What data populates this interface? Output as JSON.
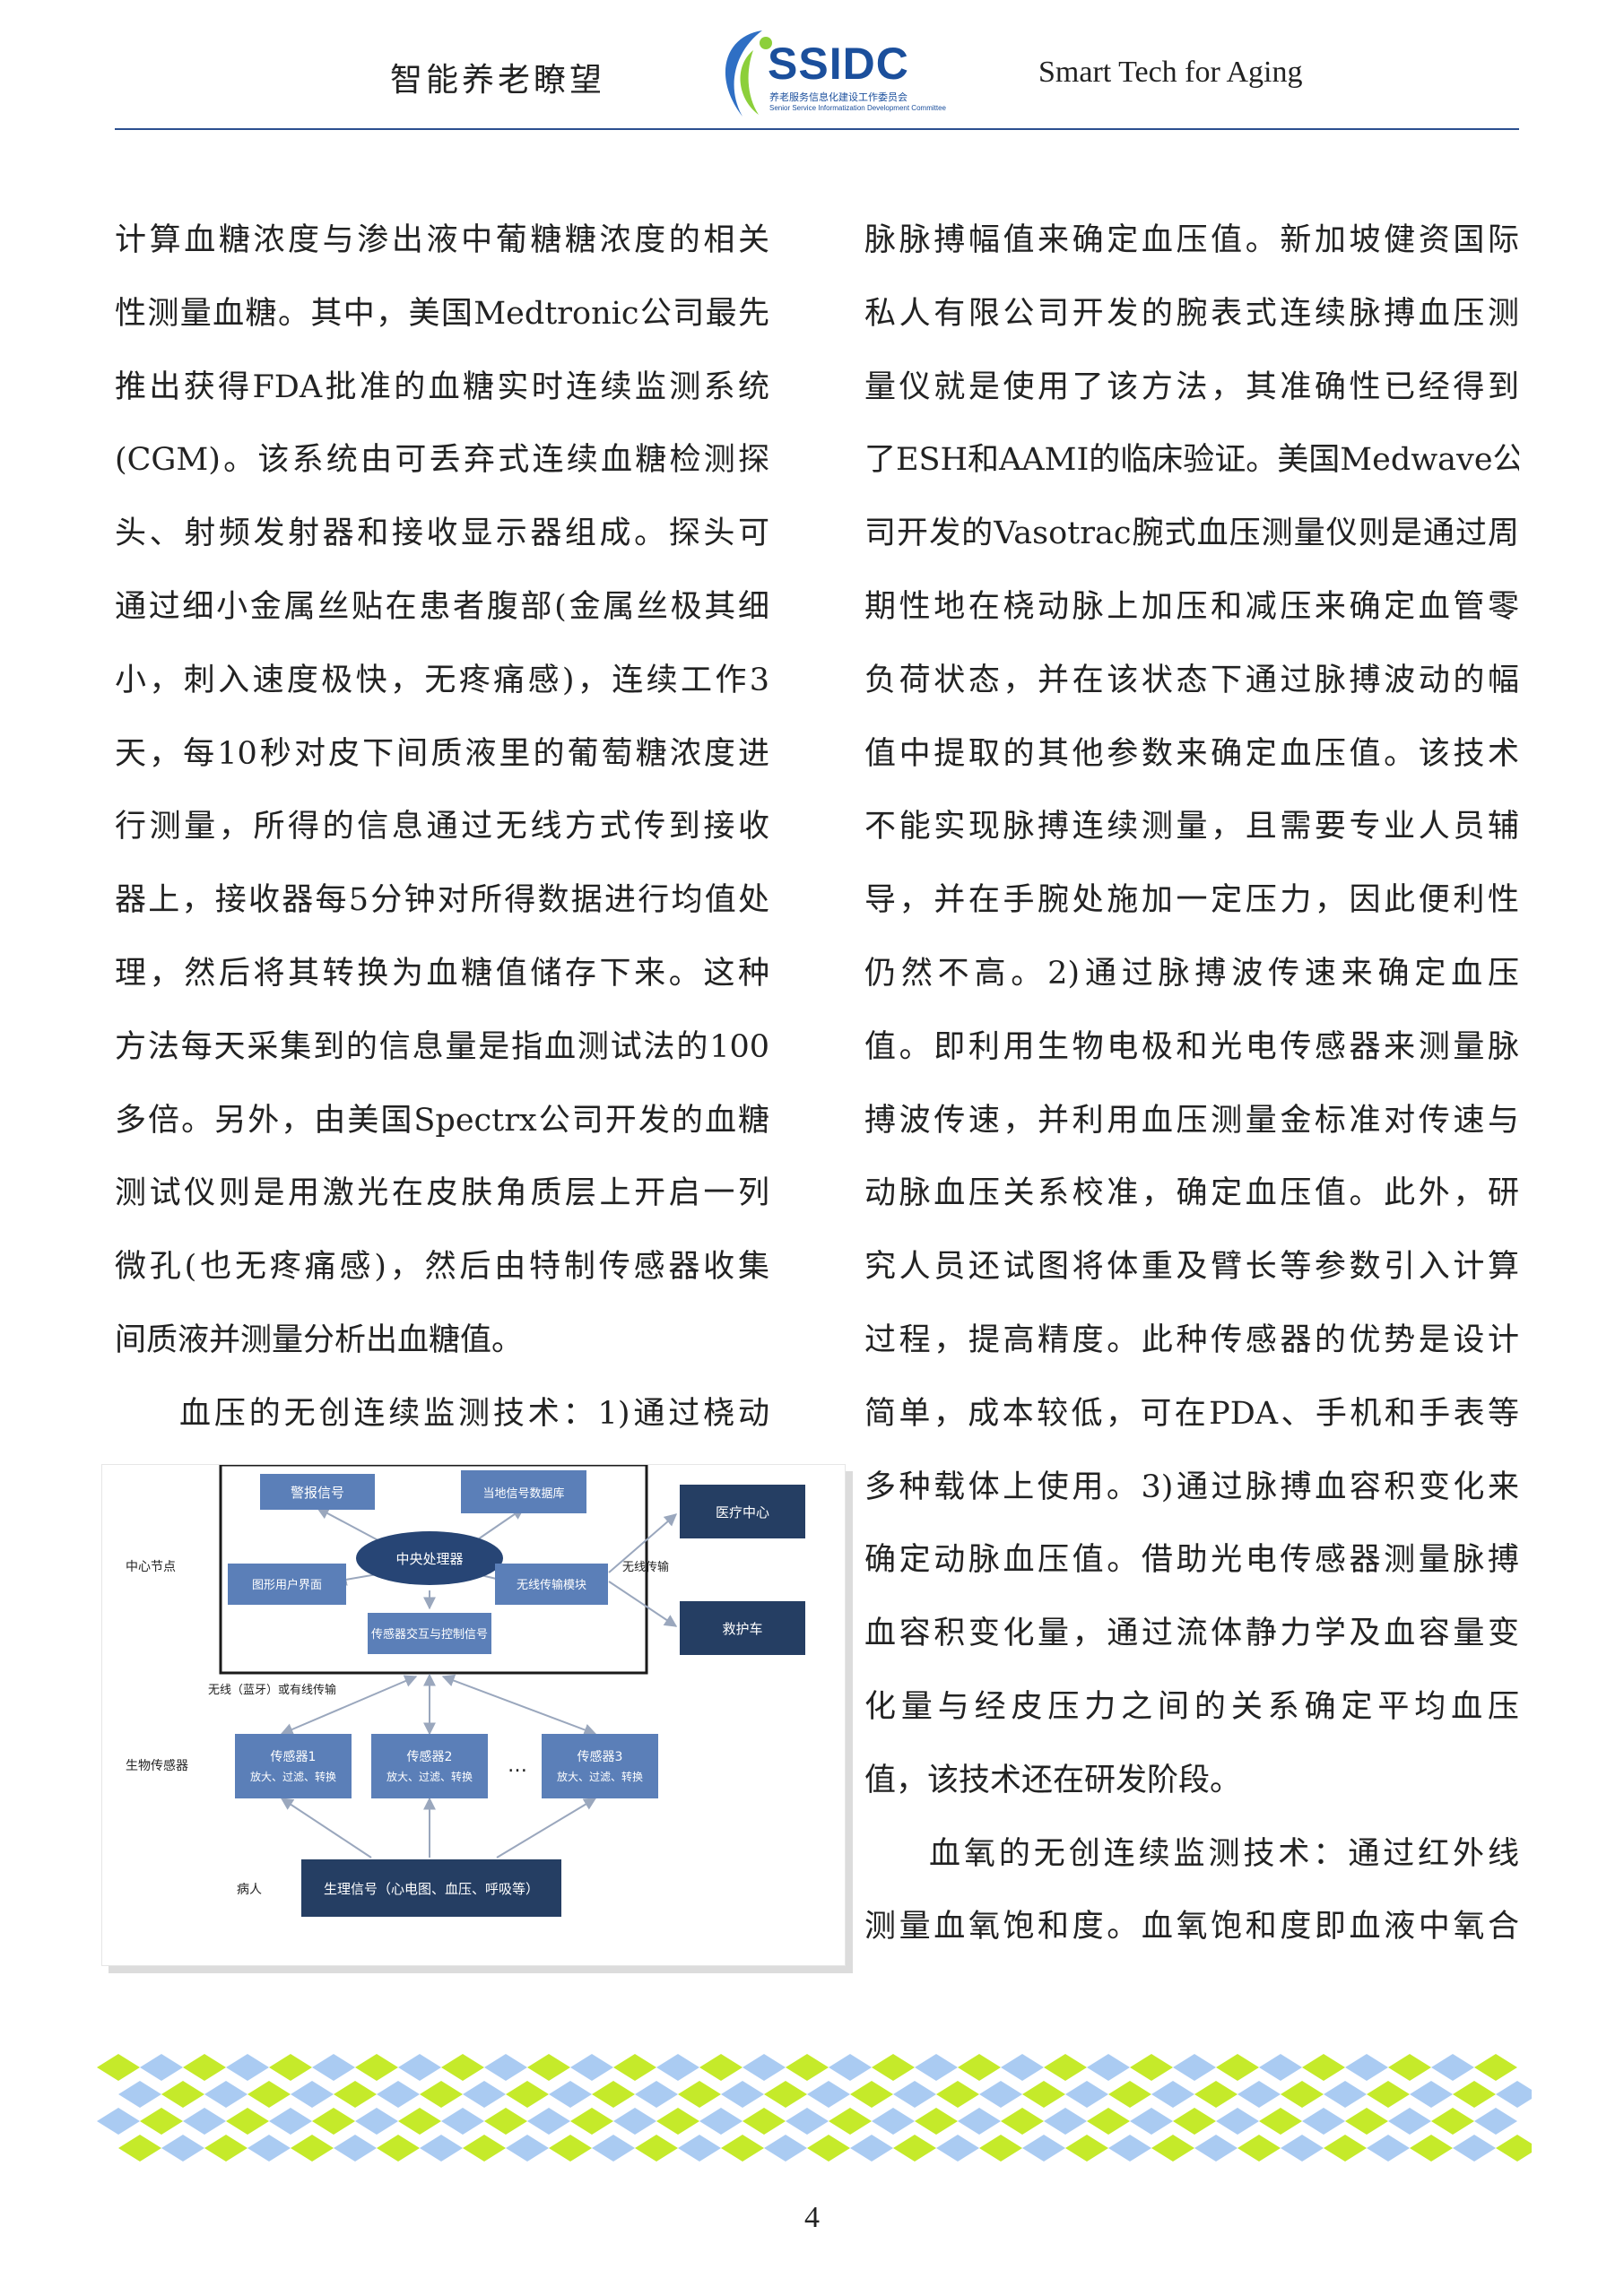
{
  "header": {
    "left_title": "智能养老瞭望",
    "right_title": "Smart Tech for Aging",
    "logo": {
      "name": "SSIDC",
      "sub_cn": "养老服务信息化建设工作委员会",
      "sub_en": "Senior Service Informatization Development Committee"
    }
  },
  "left_column": [
    "计算血糖浓度与渗出液中葡糖糖浓度的相关",
    "性测量血糖。其中，美国Medtronic公司最先",
    "推出获得FDA批准的血糖实时连续监测系统",
    "(CGM)。该系统由可丢弃式连续血糖检测探",
    "头、射频发射器和接收显示器组成。探头可",
    "通过细小金属丝贴在患者腹部(金属丝极其细",
    "小，刺入速度极快，无疼痛感)，连续工作3",
    "天，每10秒对皮下间质液里的葡萄糖浓度进",
    "行测量，所得的信息通过无线方式传到接收",
    "器上，接收器每5分钟对所得数据进行均值处",
    "理，然后将其转换为血糖值储存下来。这种",
    "方法每天采集到的信息量是指血测试法的100",
    "多倍。另外，由美国Spectrx公司开发的血糖",
    "测试仪则是用激光在皮肤角质层上开启一列",
    "微孔(也无疼痛感)，然后由特制传感器收集",
    "间质液并测量分析出血糖值。",
    "血压的无创连续监测技术：1)通过桡动"
  ],
  "right_column": [
    "脉脉搏幅值来确定血压值。新加坡健资国际",
    "私人有限公司开发的腕表式连续脉搏血压测",
    "量仪就是使用了该方法，其准确性已经得到",
    "了ESH和AAMI的临床验证。美国Medwave公",
    "司开发的Vasotrac腕式血压测量仪则是通过周",
    "期性地在桡动脉上加压和减压来确定血管零",
    "负荷状态，并在该状态下通过脉搏波动的幅",
    "值中提取的其他参数来确定血压值。该技术",
    "不能实现脉搏连续测量，且需要专业人员辅",
    "导，并在手腕处施加一定压力，因此便利性",
    "仍然不高。2)通过脉搏波传速来确定血压",
    "值。即利用生物电极和光电传感器来测量脉",
    "搏波传速，并利用血压测量金标准对传速与",
    "动脉血压关系校准，确定血压值。此外，研",
    "究人员还试图将体重及臂长等参数引入计算",
    "过程，提高精度。此种传感器的优势是设计",
    "简单，成本较低，可在PDA、手机和手表等",
    "多种载体上使用。3)通过脉搏血容积变化来",
    "确定动脉血压值。借助光电传感器测量脉搏",
    "血容积变化量，通过流体静力学及血容量变",
    "化量与经皮压力之间的关系确定平均血压",
    "值，该技术还在研发阶段。",
    "血氧的无创连续监测技术：通过红外线",
    "测量血氧饱和度。血氧饱和度即血液中氧合"
  ],
  "figure": {
    "row_labels": {
      "center": "中心节点",
      "bio": "生物传感器",
      "patient": "病人"
    },
    "alarm": "警报信号",
    "local_db": "当地信号数据库",
    "gui": "图形用户界面",
    "cpu": "中央处理器",
    "wireless_module": "无线传输模块",
    "sensor_ctrl": "传感器交互与控制信号",
    "wireless_label": "无线传输",
    "medical_center": "医疗中心",
    "ambulance": "救护车",
    "link_label": "无线（蓝牙）或有线传输",
    "sensors": [
      {
        "name": "传感器1",
        "desc": "放大、过滤、转换"
      },
      {
        "name": "传感器2",
        "desc": "放大、过滤、转换"
      },
      {
        "name": "传感器3",
        "desc": "放大、过滤、转换"
      }
    ],
    "ellipsis": "…",
    "physio": "生理信号（心电图、血压、呼吸等）",
    "colors": {
      "node": "#5b7fb8",
      "dark": "#253e63",
      "frame": "#1a1a1a"
    }
  },
  "page_number": "4",
  "decor_colors": {
    "green": "#c5ea2a",
    "blue": "#aacbf2"
  }
}
